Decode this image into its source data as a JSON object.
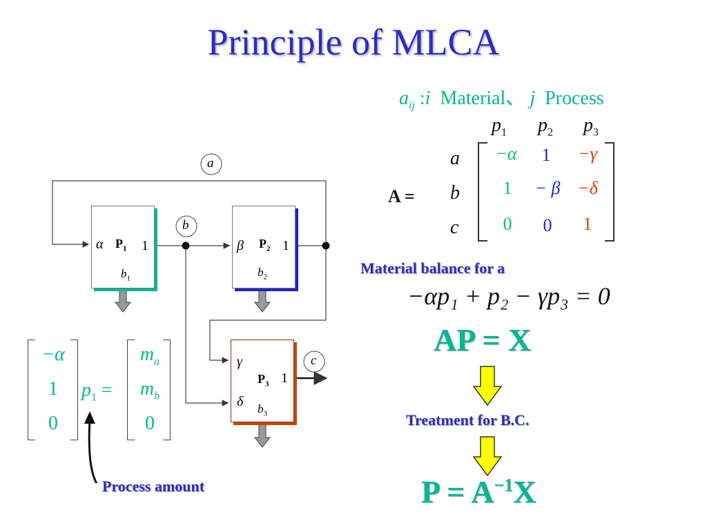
{
  "title": "Principle of MLCA",
  "legend": {
    "aij": "a",
    "aij_sub": "ij",
    "colon": ":",
    "i": "i",
    "material": "Material",
    "sep": "、",
    "j": "j",
    "process": "Process"
  },
  "matrix": {
    "label": "A =",
    "col_headers": [
      {
        "p": "p",
        "sub": "1"
      },
      {
        "p": "p",
        "sub": "2"
      },
      {
        "p": "p",
        "sub": "3"
      }
    ],
    "row_labels": [
      "a",
      "b",
      "c"
    ],
    "cells": [
      [
        "−α",
        "1",
        "−γ"
      ],
      [
        "1",
        "− β",
        "−δ"
      ],
      [
        "0",
        "0",
        "1"
      ]
    ],
    "cell_colors": [
      [
        "#00b894",
        "#2222cc",
        "#ee3300"
      ],
      [
        "#00b894",
        "#2222cc",
        "#ee3300"
      ],
      [
        "#00b894",
        "#2222cc",
        "#ee3300"
      ]
    ]
  },
  "balance": {
    "heading": "Material balance for a",
    "equation": "−αp₁ + p₂ − γp₃ = 0"
  },
  "flow": {
    "ap_x": "AP = X",
    "treatment": "Treatment for B.C.",
    "p_eq_left": "P = A",
    "p_eq_sup": "−1",
    "p_eq_right": "X"
  },
  "diagram": {
    "flow_a": "a",
    "flow_b": "b",
    "flow_c": "c",
    "p1": {
      "name": "P",
      "sub": "1",
      "in": "α",
      "out": "1",
      "by": "b",
      "by_sub": "1"
    },
    "p2": {
      "name": "P",
      "sub": "2",
      "in": "β",
      "out": "1",
      "by": "b",
      "by_sub": "2"
    },
    "p3": {
      "name": "P",
      "sub": "3",
      "in1": "γ",
      "in2": "δ",
      "out": "1",
      "by": "b",
      "by_sub": "3"
    }
  },
  "vector_eq": {
    "left": [
      "−α",
      "1",
      "0"
    ],
    "var": "p",
    "var_sub": "1",
    "eq": "=",
    "right": [
      {
        "m": "m",
        "sub": "a"
      },
      {
        "m": "m",
        "sub": "b"
      },
      {
        "m": "0",
        "sub": ""
      }
    ]
  },
  "process_amount": "Process amount",
  "colors": {
    "title": "#2b2bc8",
    "teal": "#00b894",
    "blue": "#2222cc",
    "red": "#ee3300",
    "arrow_yellow": "#ffff00",
    "p1_shadow": "#00b894",
    "p2_shadow": "#2222cc",
    "p3_shadow": "#cc4400"
  }
}
